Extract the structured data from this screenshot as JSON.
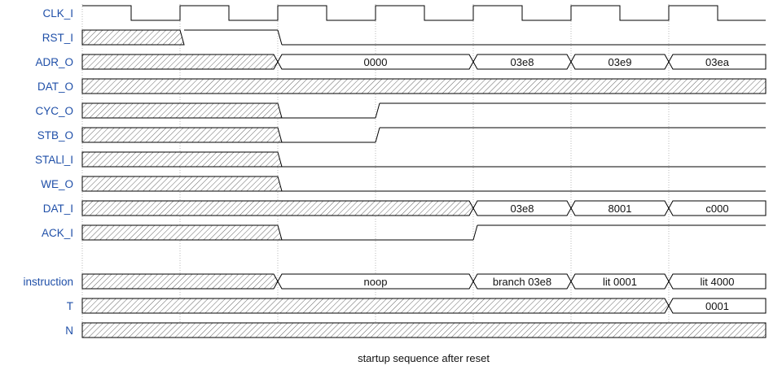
{
  "caption": "startup sequence after reset",
  "signals": [
    {
      "name": "CLK_I",
      "kind": "clock"
    },
    {
      "name": "RST_I",
      "kind": "bit",
      "segs": [
        [
          "x",
          0,
          1
        ],
        [
          "1",
          1,
          2
        ],
        [
          "0",
          2,
          7
        ]
      ]
    },
    {
      "name": "ADR_O",
      "kind": "bus",
      "segs": [
        [
          "x",
          0,
          2
        ],
        [
          "0000",
          2,
          4
        ],
        [
          "03e8",
          4,
          5
        ],
        [
          "03e9",
          5,
          6
        ],
        [
          "03ea",
          6,
          7
        ]
      ]
    },
    {
      "name": "DAT_O",
      "kind": "bus",
      "segs": [
        [
          "x",
          0,
          7
        ]
      ]
    },
    {
      "name": "CYC_O",
      "kind": "bit",
      "segs": [
        [
          "x",
          0,
          2
        ],
        [
          "0",
          2,
          3
        ],
        [
          "1",
          3,
          7
        ]
      ]
    },
    {
      "name": "STB_O",
      "kind": "bit",
      "segs": [
        [
          "x",
          0,
          2
        ],
        [
          "0",
          2,
          3
        ],
        [
          "1",
          3,
          7
        ]
      ]
    },
    {
      "name": "STALl_I",
      "kind": "bit",
      "segs": [
        [
          "x",
          0,
          2
        ],
        [
          "0",
          2,
          7
        ]
      ]
    },
    {
      "name": "WE_O",
      "kind": "bit",
      "segs": [
        [
          "x",
          0,
          2
        ],
        [
          "0",
          2,
          7
        ]
      ]
    },
    {
      "name": "DAT_I",
      "kind": "bus",
      "segs": [
        [
          "x",
          0,
          4
        ],
        [
          "03e8",
          4,
          5
        ],
        [
          "8001",
          5,
          6
        ],
        [
          "c000",
          6,
          7
        ]
      ]
    },
    {
      "name": "ACK_I",
      "kind": "bit",
      "segs": [
        [
          "x",
          0,
          2
        ],
        [
          "0",
          2,
          4
        ],
        [
          "1",
          4,
          7
        ]
      ]
    },
    {
      "name": "",
      "kind": "blank"
    },
    {
      "name": "instruction",
      "kind": "bus",
      "segs": [
        [
          "x",
          0,
          2
        ],
        [
          "noop",
          2,
          4
        ],
        [
          "branch 03e8",
          4,
          5
        ],
        [
          "lit 0001",
          5,
          6
        ],
        [
          "lit 4000",
          6,
          7
        ]
      ]
    },
    {
      "name": "T",
      "kind": "bus",
      "segs": [
        [
          "x",
          0,
          6
        ],
        [
          "0001",
          6,
          7
        ]
      ]
    },
    {
      "name": "N",
      "kind": "bus",
      "segs": [
        [
          "x",
          0,
          7
        ]
      ]
    }
  ]
}
